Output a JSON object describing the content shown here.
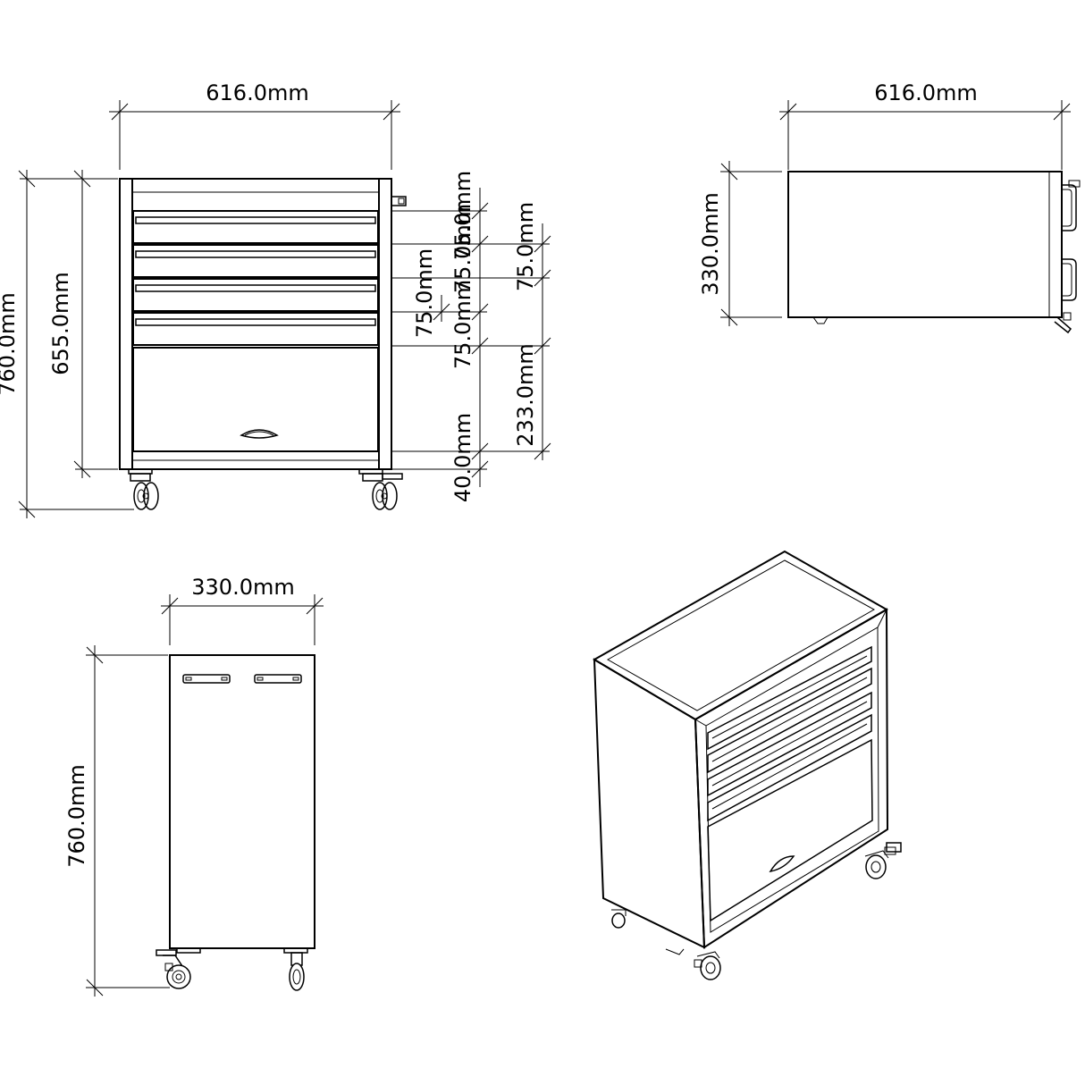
{
  "front_view": {
    "width_label": "616.0mm",
    "total_height_label": "760.0mm",
    "body_height_label": "655.0mm",
    "drawer_labels": [
      "75.0mm",
      "75.0mm",
      "75.0mm",
      "75.0mm",
      "75.0mm"
    ],
    "cabinet_label": "233.0mm",
    "base_label": "40.0mm"
  },
  "top_view": {
    "width_label": "616.0mm",
    "depth_label": "330.0mm"
  },
  "side_view": {
    "depth_label": "330.0mm",
    "height_label": "760.0mm"
  },
  "iso_view": {}
}
